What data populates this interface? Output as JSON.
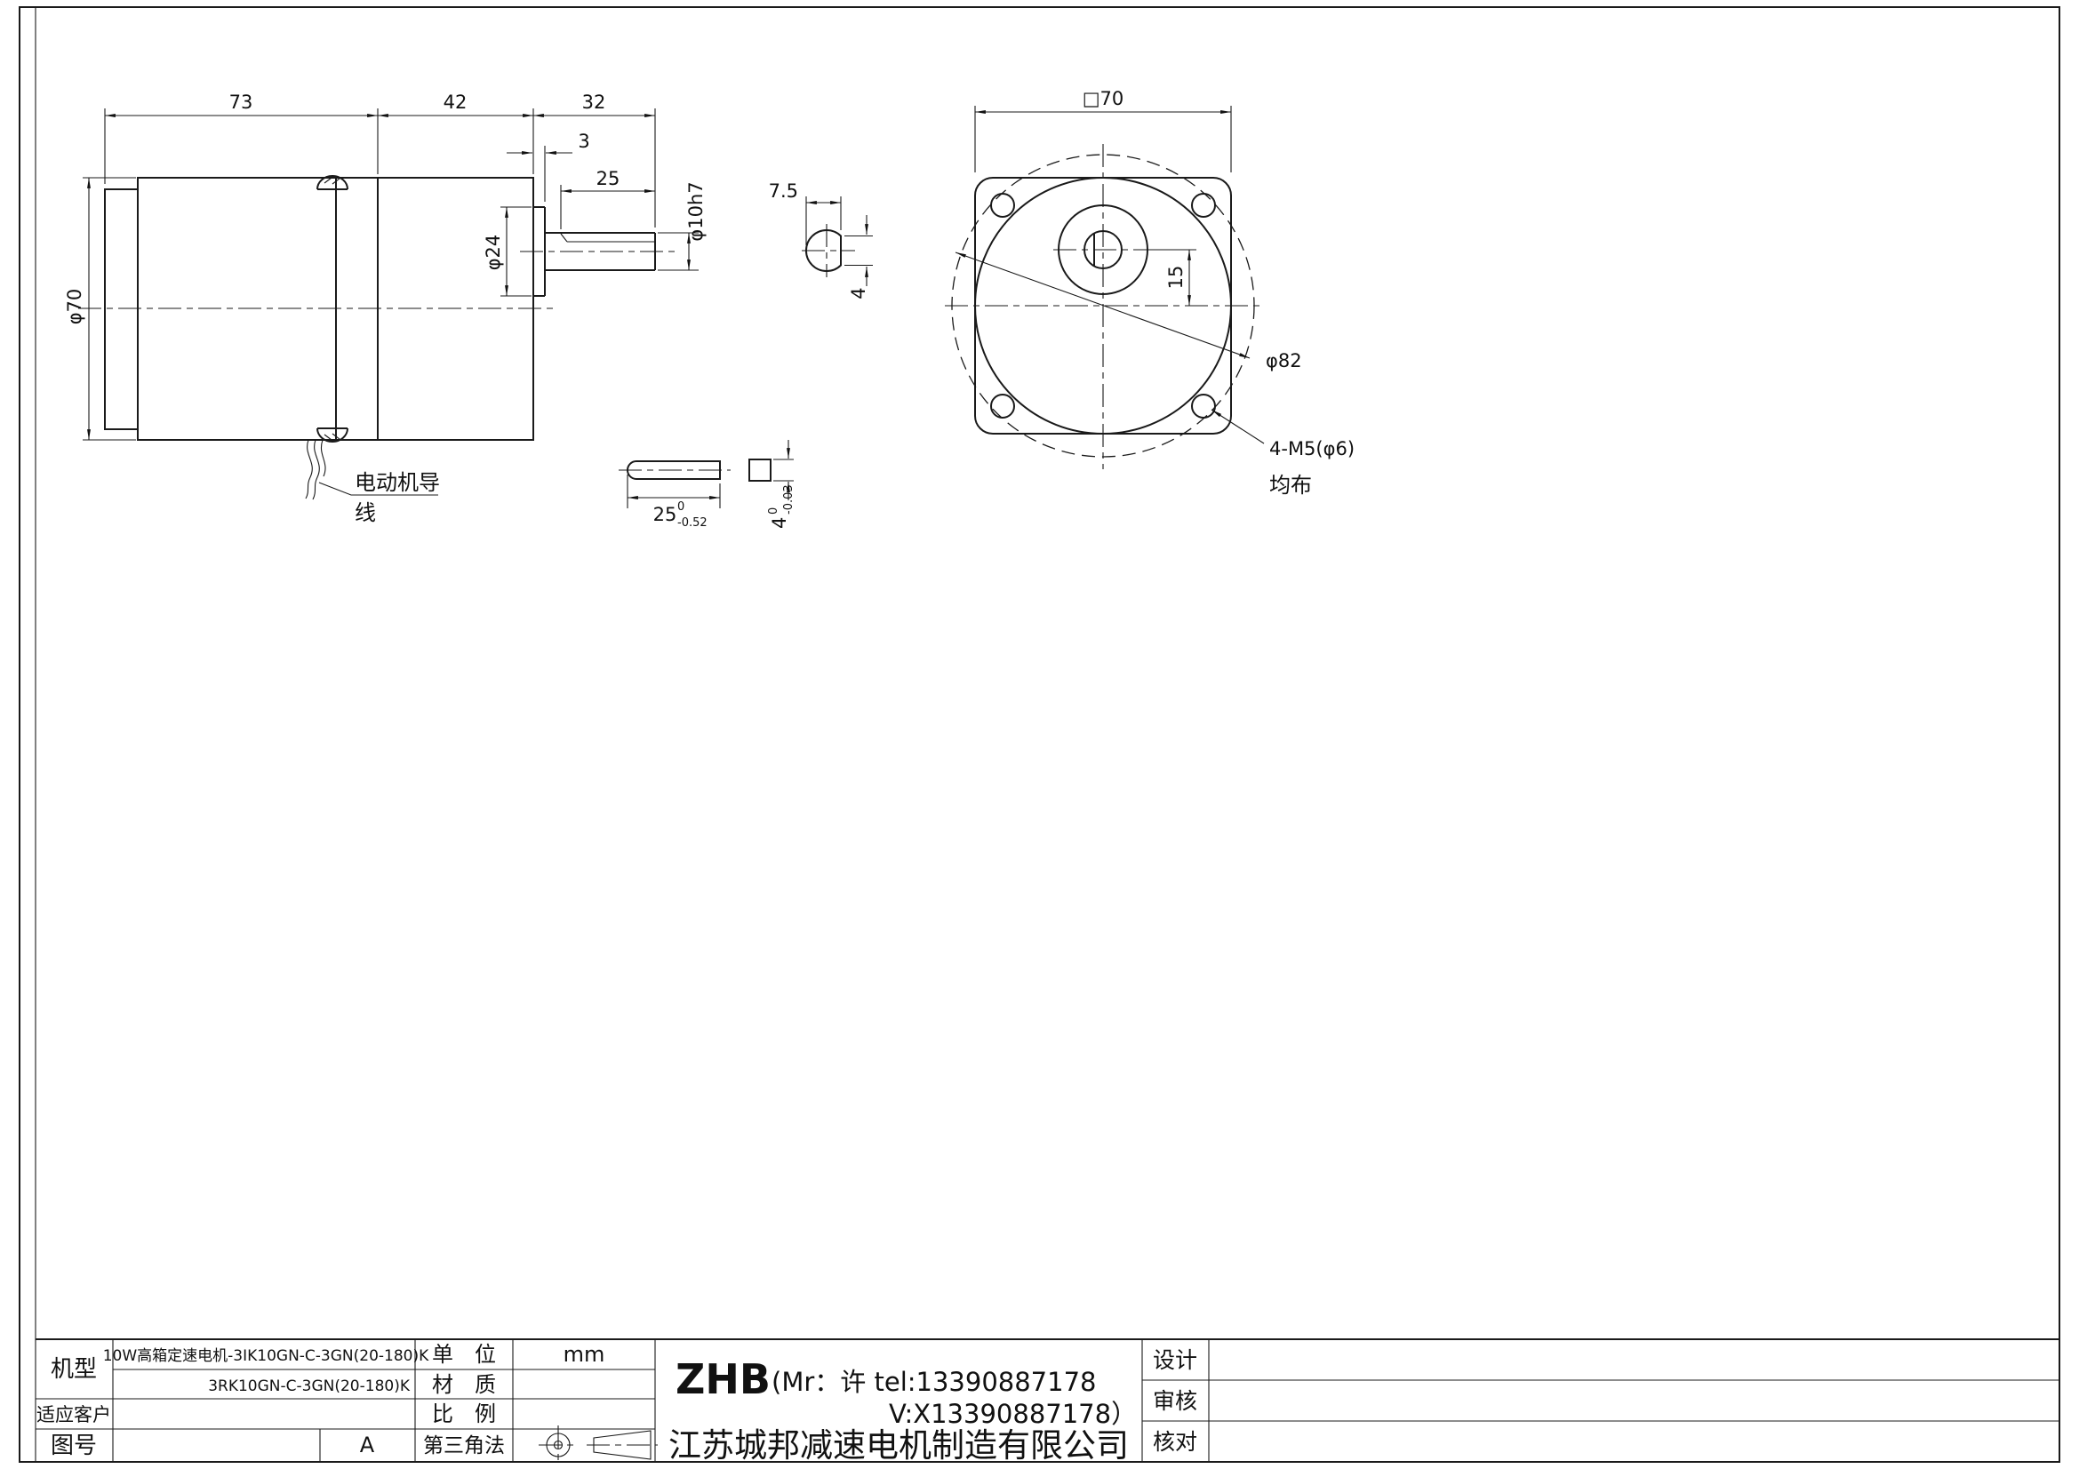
{
  "colors": {
    "line": "#1a1a1a",
    "background": "#ffffff"
  },
  "side_view": {
    "dim_73": "73",
    "dim_42": "42",
    "dim_32": "32",
    "dim_3": "3",
    "dim_25": "25",
    "dim_phi24": "φ24",
    "dim_phi70": "φ70",
    "dim_phi10h7": "φ10h7",
    "wire_label_line1": "电动机导",
    "wire_label_line2": "线"
  },
  "section_view": {
    "dim_7_5": "7.5",
    "dim_4": "4"
  },
  "key_detail": {
    "dim_25": "25",
    "dim_25_tol_top": "0",
    "dim_25_tol_bot": "-0.52",
    "dim_4": "4",
    "dim_4_tol_top": "0",
    "dim_4_tol_bot": "-0.03"
  },
  "front_view": {
    "dim_sq70": "□70",
    "dim_15": "15",
    "dim_phi82": "φ82",
    "dim_holes": "4-M5(φ6)",
    "dim_holes_note": "均布"
  },
  "title_block": {
    "model_label": "机型",
    "model_line1": "10W高箱定速电机-3IK10GN-C-3GN(20-180)K",
    "model_line2": "3RK10GN-C-3GN(20-180)K",
    "customer_label": "适应客户",
    "drawing_no_label": "图号",
    "drawing_no_value": "A",
    "unit_label": "单　位",
    "unit_value": "mm",
    "material_label": "材　质",
    "scale_label": "比　例",
    "projection_label": "第三角法",
    "brand": "ZHB",
    "contact_line1": "(Mr：许 tel:13390887178",
    "contact_line2": "V:X13390887178）",
    "company": "江苏城邦减速电机制造有限公司",
    "design_label": "设计",
    "review_label": "审核",
    "check_label": "核对"
  }
}
